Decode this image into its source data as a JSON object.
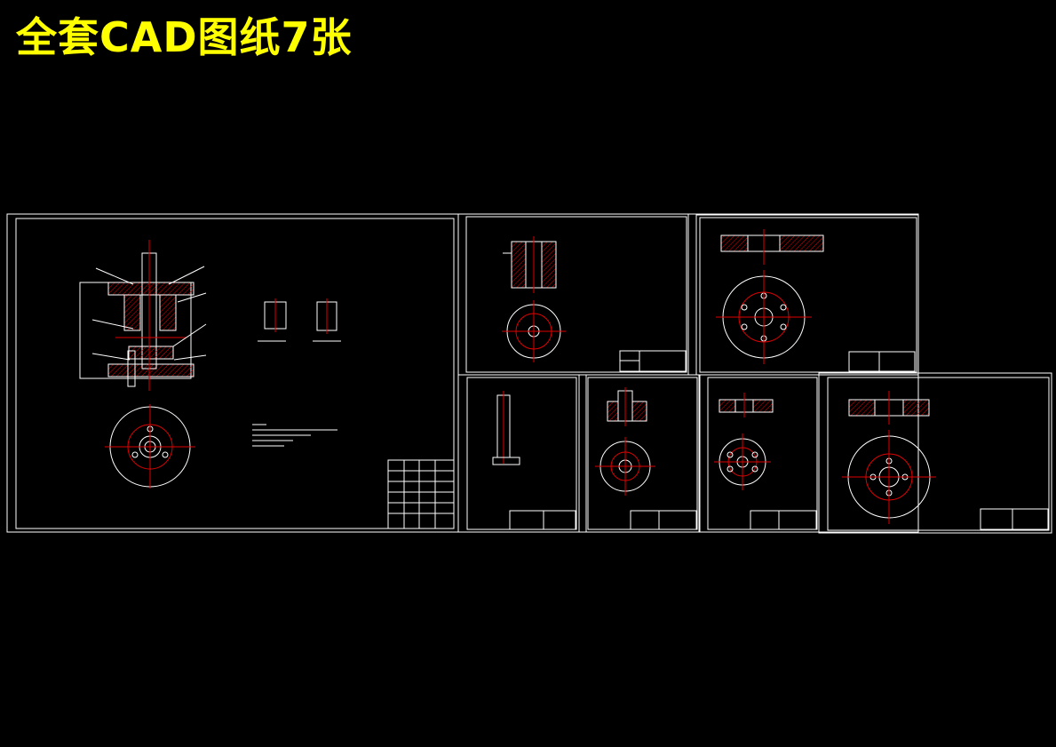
{
  "banner": {
    "title": "全套CAD图纸7张"
  },
  "drawings": [
    {
      "name": "assembly-drawing"
    },
    {
      "name": "sheet-2"
    },
    {
      "name": "sheet-3"
    },
    {
      "name": "sheet-4"
    },
    {
      "name": "sheet-5"
    },
    {
      "name": "sheet-6"
    },
    {
      "name": "sheet-7"
    }
  ],
  "colors": {
    "background": "#000000",
    "title": "#ffff00",
    "linework": "#ffffff",
    "centerlines": "#e00000"
  }
}
